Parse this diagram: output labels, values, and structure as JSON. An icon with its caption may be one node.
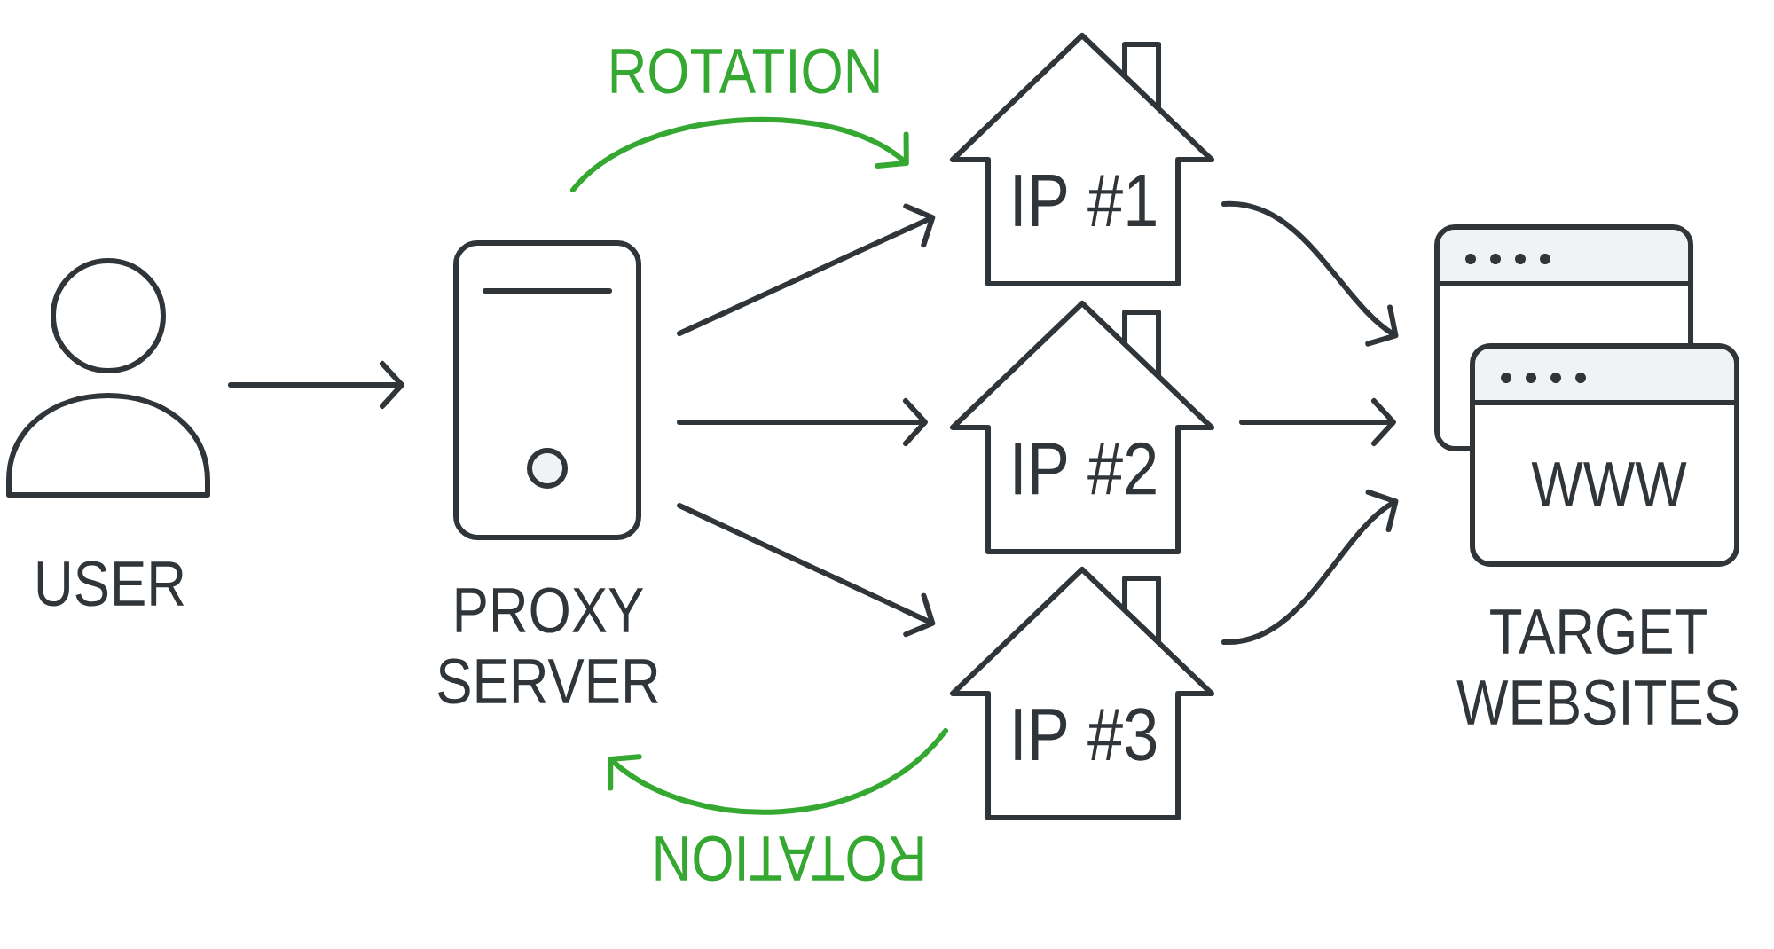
{
  "diagram": {
    "nodes": [
      {
        "text": [],
        "shape": "person",
        "beside": [
          "USER"
        ]
      },
      {
        "text": [],
        "shape": "picture",
        "beside": [
          "PROXY SERVER"
        ]
      },
      {
        "text": [
          "IP #1"
        ]
      },
      {
        "text": [
          "IP #2"
        ]
      },
      {
        "text": [
          "IP #3"
        ]
      },
      {
        "text": [
          "WWW"
        ],
        "beside": [
          "TARGET WEBSITES"
        ]
      }
    ],
    "edges": [
      {
        "from": 0,
        "to": 1,
        "arrow": "to"
      },
      {
        "from": 1,
        "to": 2,
        "arrow": "to"
      },
      {
        "from": 1,
        "to": 3,
        "arrow": "to"
      },
      {
        "from": 1,
        "to": 4,
        "arrow": "to"
      },
      {
        "from": 2,
        "to": 5,
        "arrow": "to"
      },
      {
        "from": 3,
        "to": 5,
        "arrow": "to"
      },
      {
        "from": 4,
        "to": 5,
        "arrow": "to"
      },
      {
        "from": 1,
        "to": 2,
        "arrow": "to",
        "label": "ROTATION",
        "color": "#35a832"
      },
      {
        "from": 4,
        "to": 1,
        "arrow": "to",
        "label": "ROTATION",
        "color": "#35a832"
      }
    ]
  }
}
